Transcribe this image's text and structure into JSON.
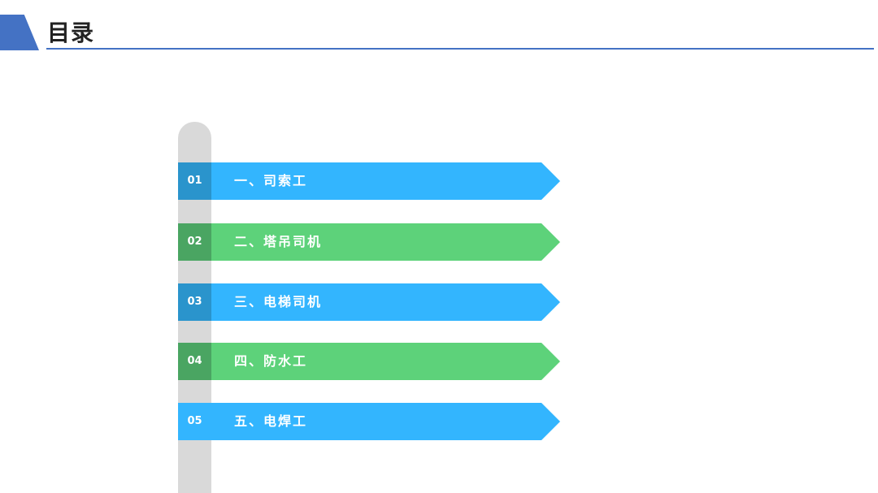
{
  "header": {
    "title": "目录"
  },
  "colors": {
    "accent_blue": "#4472c4",
    "item_blue": "#33b5fe",
    "item_blue_dark": "#2a94cc",
    "item_green": "#5dd27a",
    "item_green_dark": "#4aa562",
    "rail_gray": "#d9d9d9"
  },
  "toc": {
    "items": [
      {
        "number": "01",
        "label": "一、司索工"
      },
      {
        "number": "02",
        "label": "二、塔吊司机"
      },
      {
        "number": "03",
        "label": "三、电梯司机"
      },
      {
        "number": "04",
        "label": "四、防水工"
      },
      {
        "number": "05",
        "label": "五、电焊工"
      }
    ]
  }
}
